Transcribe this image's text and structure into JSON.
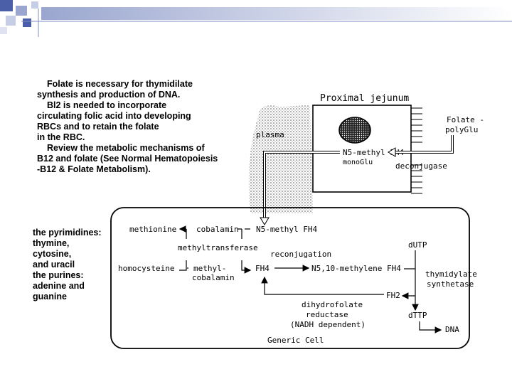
{
  "left_text_top": [
    {
      "text": "Folate is necessary for thymidilate",
      "indent": true
    },
    {
      "text": "synthesis and production of DNA.",
      "indent": false
    },
    {
      "text": "Bl2 is needed to incorporate",
      "indent": true
    },
    {
      "text": "circulating folic acid into developing",
      "indent": false
    },
    {
      "text": "RBCs and to retain the folate",
      "indent": false
    },
    {
      "text": "in the RBC.",
      "indent": false
    },
    {
      "text": "Review the metabolic mechanisms of",
      "indent": true
    },
    {
      "text": "B12 and folate (See Normal Hematopoiesis",
      "indent": false
    },
    {
      "text": "-B12 & Folate Metabolism).",
      "indent": false
    }
  ],
  "left_text_bottom": [
    "the pyrimidines:",
    "thymine,",
    "cytosine,",
    "and uracil",
    "the purines:",
    "adenine and",
    "guanine"
  ],
  "diagram": {
    "jejunum_title": "Proximal jejunum",
    "plasma": "plasma",
    "folate_poly_1": "Folate -",
    "folate_poly_2": "polyGlu",
    "n5_mono_1": "N5-methyl FH4",
    "n5_mono_2": "monoGlu",
    "deconjugase": "deconjugase",
    "methionine": "methionine",
    "cobalamin": "cobalamin",
    "n5_methyl": "N5-methyl FH4",
    "methyltransferase": "methyltransferase",
    "homocysteine": "homocysteine",
    "methyl_cobalamin_1": "methyl-",
    "methyl_cobalamin_2": "cobalamin",
    "fh4": "FH4",
    "reconjugation": "reconjugation",
    "n5_10": "N5,10-methylene FH4",
    "dutp": "dUTP",
    "thymidylate_1": "thymidylate",
    "thymidylate_2": "synthetase",
    "fh2": "FH2",
    "dhfr_1": "dihydrofolate",
    "dhfr_2": "reductase",
    "dhfr_3": "(NADH dependent)",
    "dttp": "dTTP",
    "dna": "DNA",
    "generic_cell": "Generic Cell"
  }
}
